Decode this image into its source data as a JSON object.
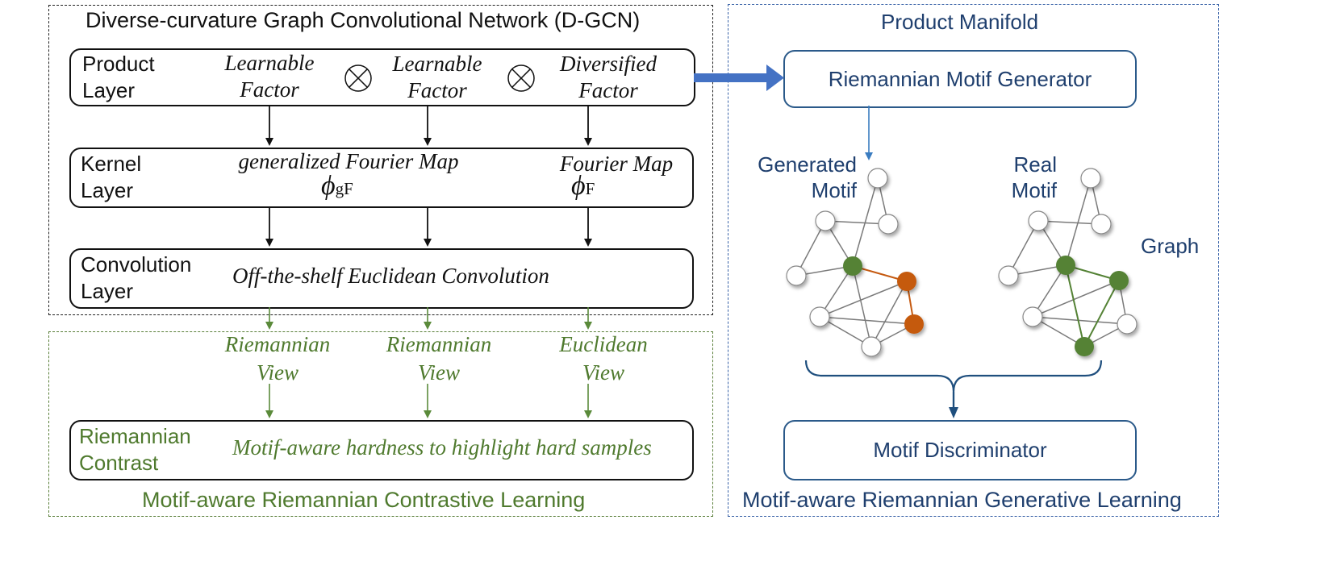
{
  "left_panel": {
    "title": "Diverse-curvature Graph Convolutional Network (D-GCN)",
    "product_layer": {
      "label_line1": "Product",
      "label_line2": "Layer",
      "factors": [
        {
          "line1": "Learnable",
          "line2": "Factor"
        },
        {
          "line1": "Learnable",
          "line2": "Factor"
        },
        {
          "line1": "Diversified",
          "line2": "Factor"
        }
      ],
      "operator": "⊗"
    },
    "kernel_layer": {
      "label_line1": "Kernel",
      "label_line2": "Layer",
      "map1_name": "generalized Fourier Map",
      "map1_symbol": "ϕ",
      "map1_sub": "gF",
      "map2_name": "Fourier Map",
      "map2_symbol": "ϕ",
      "map2_sub": "F"
    },
    "convolution_layer": {
      "label_line1": "Convolution",
      "label_line2": "Layer",
      "text": "Off-the-shelf Euclidean Convolution"
    }
  },
  "contrastive_panel": {
    "title": "Motif-aware Riemannian Contrastive Learning",
    "views": [
      {
        "line1": "Riemannian",
        "line2": "View"
      },
      {
        "line1": "Riemannian",
        "line2": "View"
      },
      {
        "line1": "Euclidean",
        "line2": "View"
      }
    ],
    "contrast_box": {
      "label_line1": "Riemannian",
      "label_line2": "Contrast",
      "text": "Motif-aware hardness to highlight hard samples"
    }
  },
  "generative_panel": {
    "header": "Product Manifold",
    "generator_label": "Riemannian Motif Generator",
    "generated_motif_line1": "Generated",
    "generated_motif_line2": "Motif",
    "real_motif_line1": "Real",
    "real_motif_line2": "Motif",
    "graph_label": "Graph",
    "discriminator_label": "Motif Discriminator",
    "title": "Motif-aware Riemannian Generative Learning"
  },
  "colors": {
    "black": "#111111",
    "green": "#4f7a2e",
    "navy": "#1f3f6e",
    "blue_arrow": "#4472c4",
    "orange_node": "#c55a11",
    "green_node": "#548235"
  }
}
